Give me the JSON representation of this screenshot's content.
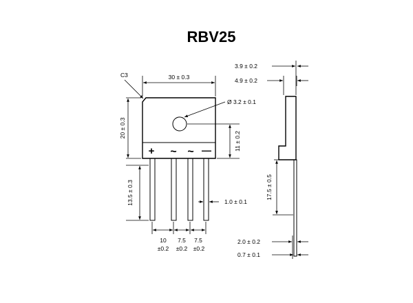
{
  "title": "RBV25",
  "labels": {
    "chamfer": "C3",
    "width": "30 ± 0.3",
    "hole": "Ø  3.2 ± 0.1",
    "height": "20 ± 0.3",
    "hole_to_edge": "11 ± 0.2",
    "lead_length": "13.5 ± 0.3",
    "lead_width": "1.0 ± 0.1",
    "pitch_first_value": "10",
    "pitch_first_tol": "±0.2",
    "pitch_second_value": "7.5",
    "pitch_second_tol": "±0.2",
    "pitch_third_value": "7.5",
    "pitch_third_tol": "±0.2",
    "side_total_thickness": "3.9 ± 0.2",
    "side_lead_offset": "4.9 ± 0.2",
    "side_lead_length": "17.5 ± 0.5",
    "side_lead_span": "2.0 ± 0.2",
    "side_lead_thickness": "0.7 ± 0.1"
  },
  "terminals": {
    "plus": "+",
    "ac1": "~",
    "ac2": "~",
    "minus": "—"
  }
}
